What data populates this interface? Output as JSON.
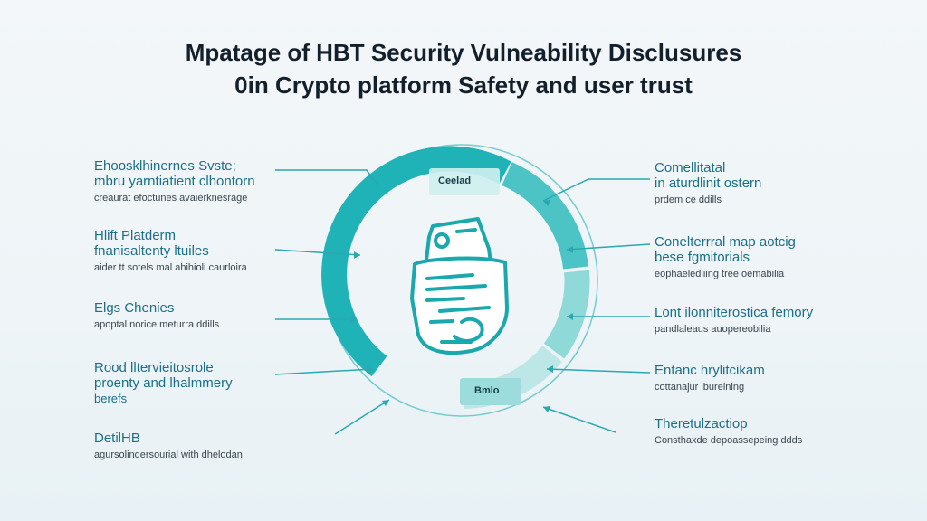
{
  "title": {
    "line1": "Mpatage of HBT Security Vulneability Disclusures",
    "line2": "0in Crypto platform Safety and user trust"
  },
  "ring": {
    "top_label": "Ceelad",
    "bottom_label": "Bmlo",
    "colors": {
      "primary": "#1fb3b8",
      "light": "#7fd6d6",
      "faint": "#bfe6e6",
      "icon": "#1aa8ad"
    }
  },
  "left_items": [
    {
      "lines": [
        "Ehoosklhinernes Svste;",
        "mbru yarntiatient clhontorn"
      ],
      "sub": "creaurat efoctunes avaierknesrage"
    },
    {
      "lines": [
        "Hlift Platderm",
        "fnanisaltenty ltuiles"
      ],
      "sub": "aider tt sotels mal ahihioli caurloira"
    },
    {
      "lines": [
        "Elgs Chenies"
      ],
      "sub": "apoptal norice meturra ddills"
    },
    {
      "lines": [
        "Rood lltervieitosrole",
        "proenty and lhalmmery",
        "berefs"
      ],
      "sub": ""
    },
    {
      "lines": [
        "DetilHB"
      ],
      "sub": "agursolindersourial with dhelodan"
    }
  ],
  "right_items": [
    {
      "lines": [
        "Comellitatal",
        "in aturdlinit ostern"
      ],
      "sub": "prdem ce ddills"
    },
    {
      "lines": [
        "Conelterrral map aotcig",
        "bese fgmitorials"
      ],
      "sub": "eophaeledliing tree oemabilia"
    },
    {
      "lines": [
        "Lont ilonniterostica femory"
      ],
      "sub": "pandlaleaus auopereobilia"
    },
    {
      "lines": [
        "Entanc hrylitcikam"
      ],
      "sub": "cottanajur lbureining"
    },
    {
      "lines": [
        "Theretulzactiop"
      ],
      "sub": "Consthaxde depoassepeing ddds"
    }
  ]
}
